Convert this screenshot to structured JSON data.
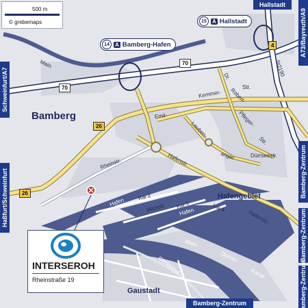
{
  "scale": {
    "distance": "500 m",
    "copyright": "© grebemaps"
  },
  "junctions": [
    {
      "number": "14",
      "name": "Bamberg-Hafen"
    },
    {
      "number": "15",
      "name": "Hallstadt"
    }
  ],
  "routes": {
    "a70_left": "70",
    "a70_right": "70",
    "b26_top": "26",
    "b26_left": "26",
    "b4": "4"
  },
  "place_labels": {
    "city": "Bamberg",
    "harbor": "Hafengebiet",
    "district": "Gaustadt",
    "river": "Main"
  },
  "streets": {
    "emil": "Emil-",
    "kemmer": "Kemmer-",
    "str1": "Str.",
    "dr": "Dr.",
    "robert": "Robert-",
    "pfleger": "Pfleger-",
    "str2": "Str.",
    "lauben": "Lauben-",
    "anger": "anger",
    "duerrsee": "Dürrseestr.",
    "rhein": "Rheinstr.",
    "hafenstr": "Hafenstr.",
    "hafenstr2": "Hafenstr.",
    "hafen1": "Hafen",
    "hafen2": "Hafen",
    "kai2": "Kai 2",
    "kai3": "Kai 3",
    "kai4": "Kai 4",
    "mainstr": "Mainstr.",
    "main": "Main-",
    "donau": "Donau-",
    "kanal": "Kanal",
    "werkkanal": "Werkkanal",
    "st2190": "St2190"
  },
  "edge_labels": {
    "hallstadt": "Hallstadt",
    "a73": "A73/Bayreuth/A9",
    "schweinfurt_a7": "Schweinfurt/A7",
    "hassfurt": "Haßfurt/Schweinfurt",
    "bz_right_top": "Bamberg-Zentrum",
    "bz_right_mid": "Bamberg-Zentrum",
    "bz_right_bottom": "Bamberg-Zentrum",
    "bz_bottom": "Bamberg-Zentrum"
  },
  "company": {
    "name": "INTERSEROH",
    "address": "Rheinstraße 19"
  },
  "colors": {
    "water": "#4d5b8f",
    "road_yellow": "#f6e28c",
    "motorway": "#ffffff",
    "frame": "#1f3a8a",
    "marker": "#c0392b"
  }
}
